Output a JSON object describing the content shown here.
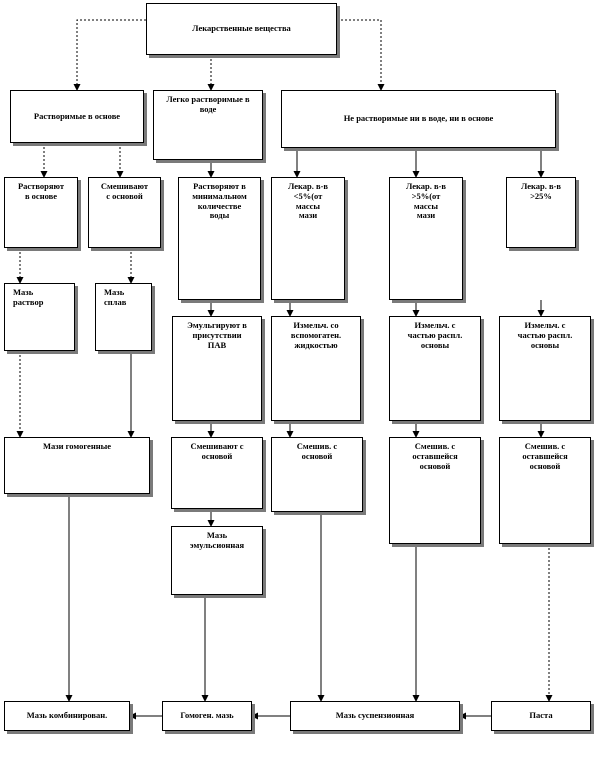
{
  "nodes": {
    "root": "Лекарственные вещества",
    "sol_base": "Растворимые в основе",
    "sol_water": "Легко растворимые в воде",
    "insol": "Не растворимые ни в воде, ни в основе",
    "dissolve_base": "Растворяют\nв основе",
    "mix_base": "Смешивают\nс основой",
    "dissolve_min": "Растворяют в\nминимальном\nколичестве\nводы",
    "lt5": "Лекар. в-в\n<5%(от\nмассы\nмази",
    "gt5": "Лекар. в-в\n>5%(от\nмассы\nмази",
    "gt25": "Лекар. в-в\n>25%",
    "mass_solution": "Мазь\nраствор",
    "mass_alloy": "Мазь\nсплав",
    "emulsify": "Эмульгируют в\nприсутствии\nПАВ",
    "grind_aux": "Измельч. со\nвспомогатен.\nжидкостью",
    "grind_part1": "Измельч. с\nчастью распл.\nосновы",
    "grind_part2": "Измельч. с\nчастью распл.\nосновы",
    "mass_homogen": "Мази гомогенные",
    "mix_base2": "Смешивают с\nосновой",
    "mix_base3": "Смешив. с\nосновой",
    "mix_rest1": "Смешив. с\nоставшейся\nосновой",
    "mix_rest2": "Смешив. с\nоставшейся\nосновой",
    "mass_emulsion": "Мазь\nэмульсионная",
    "combined": "Мазь комбинирован.",
    "homogen_mass": "Гомоген. мазь",
    "suspension": "Мазь суспензионная",
    "paste": "Паста"
  }
}
